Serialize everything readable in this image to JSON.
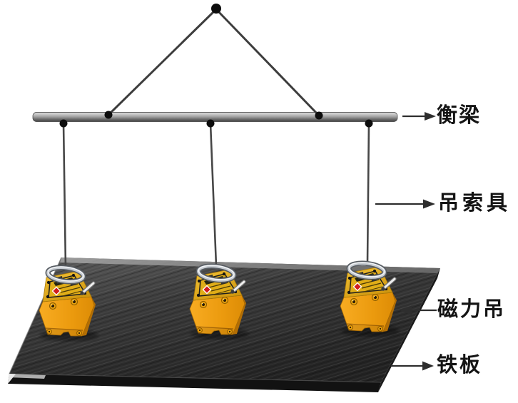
{
  "labels": {
    "beam": "衡梁",
    "sling": "吊索具",
    "magnetic_lifter": "磁力吊",
    "iron_plate": "铁板"
  },
  "parts": {
    "lifter_count": 3,
    "sling_leg_count": 2,
    "vertical_sling_count": 3,
    "part_names": [
      "spreader-beam",
      "sling-rigging",
      "magnetic-lifter",
      "iron-plate",
      "hook-point"
    ]
  },
  "colors": {
    "background": "#ffffff",
    "line": "#3d3d3d",
    "dot": "#0d0d0d",
    "beam_light": "#d6d6d6",
    "beam_dark": "#454545",
    "plate_top_light": "#5a5a5a",
    "plate_top_dark": "#242424",
    "plate_side": "#161616",
    "lifter_yellow": "#f2a413",
    "lifter_side_orange": "#b36e04",
    "lifter_label_red": "#d01d1d",
    "shackle_steel": "#c7ccd2",
    "label_text": "#141414"
  }
}
